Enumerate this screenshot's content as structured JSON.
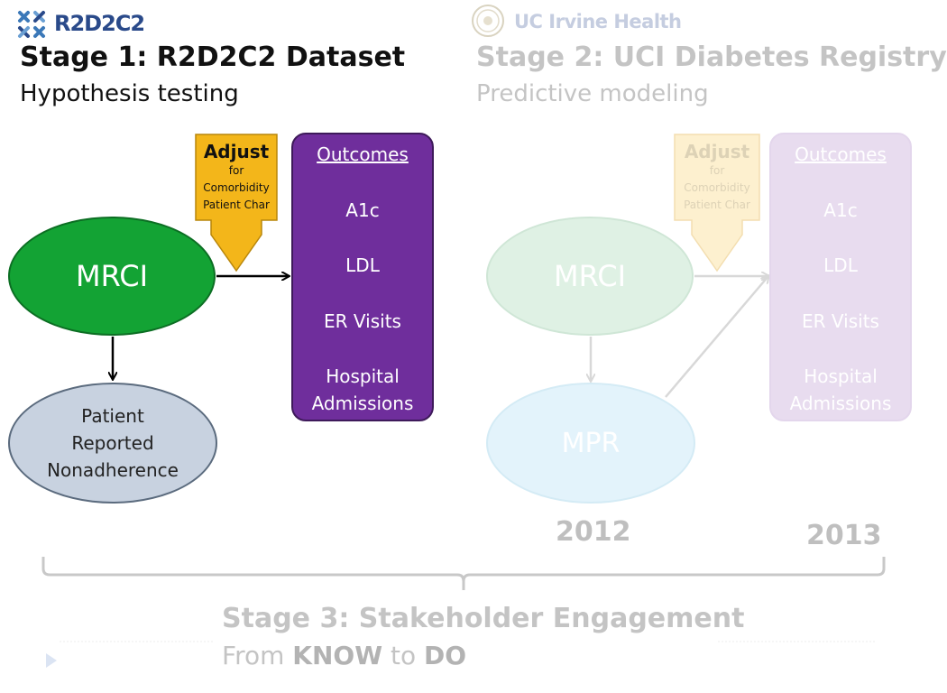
{
  "logos": {
    "left_wordmark": "R2D2C2",
    "right_wordmark": "UC Irvine Health"
  },
  "stage1": {
    "title": "Stage 1: R2D2C2 Dataset",
    "subtitle": "Hypothesis testing",
    "mrci": "MRCI",
    "patient_reported": [
      "Patient",
      "Reported",
      "Nonadherence"
    ],
    "adjust": {
      "title": "Adjust",
      "lines": [
        "for",
        "Comorbidity",
        "Patient Char"
      ]
    },
    "outcomes": {
      "heading": "Outcomes",
      "items": [
        "A1c",
        "LDL",
        "ER Visits"
      ],
      "last_item": [
        "Hospital",
        "Admissions"
      ]
    }
  },
  "stage2": {
    "title": "Stage 2: UCI Diabetes Registry",
    "subtitle": "Predictive modeling",
    "mrci": "MRCI",
    "mpr": "MPR",
    "adjust": {
      "title": "Adjust",
      "lines": [
        "for",
        "Comorbidity",
        "Patient Char"
      ]
    },
    "outcomes": {
      "heading": "Outcomes",
      "items": [
        "A1c",
        "LDL",
        "ER Visits"
      ],
      "last_item": [
        "Hospital",
        "Admissions"
      ]
    },
    "year_left": "2012",
    "year_right": "2013"
  },
  "stage3": {
    "title": "Stage 3: Stakeholder Engagement",
    "sub_from": "From",
    "sub_know": "KNOW",
    "sub_to": "to",
    "sub_do": "DO"
  },
  "colors": {
    "mrci_green": "#13a334",
    "outcomes_purple": "#6f2e9c",
    "adjust_yellow": "#f3b61a",
    "patient_blue": "#c8d2e0",
    "faded_green": "#dff1e4",
    "faded_purple": "#e8dcef",
    "faded_yellow": "#fdf0cf",
    "faded_blue": "#e3f3fb"
  }
}
